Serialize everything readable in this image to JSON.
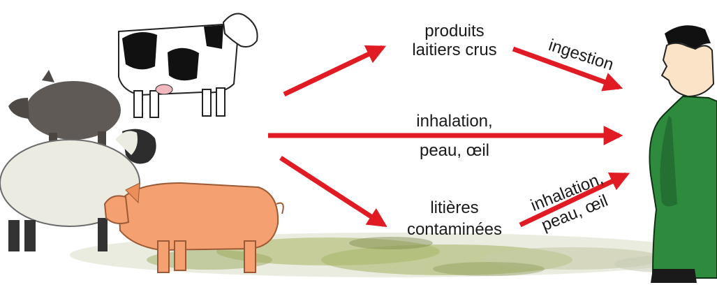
{
  "labels": {
    "dairy_line1": "produits",
    "dairy_line2": "laitiers crus",
    "ingestion": "ingestion",
    "inhalation_line1": "inhalation,",
    "inhalation_line2": "peau, œil",
    "litter_line1": "litières",
    "litter_line2": "contaminées",
    "litter_route_line1": "inhalation,",
    "litter_route_line2": "peau, œil"
  },
  "animals": [
    "cow",
    "wild-boar",
    "sheep",
    "pig"
  ],
  "person": "farmer",
  "colors": {
    "arrow": "#e01b24",
    "farmer_clothes": "#2e8b3e",
    "pig": "#f4a070",
    "wild_boar": "#5f5a55",
    "sheep_wool": "#ecebe1",
    "cow_spots": "#111111",
    "ground": "#a8b86a"
  }
}
